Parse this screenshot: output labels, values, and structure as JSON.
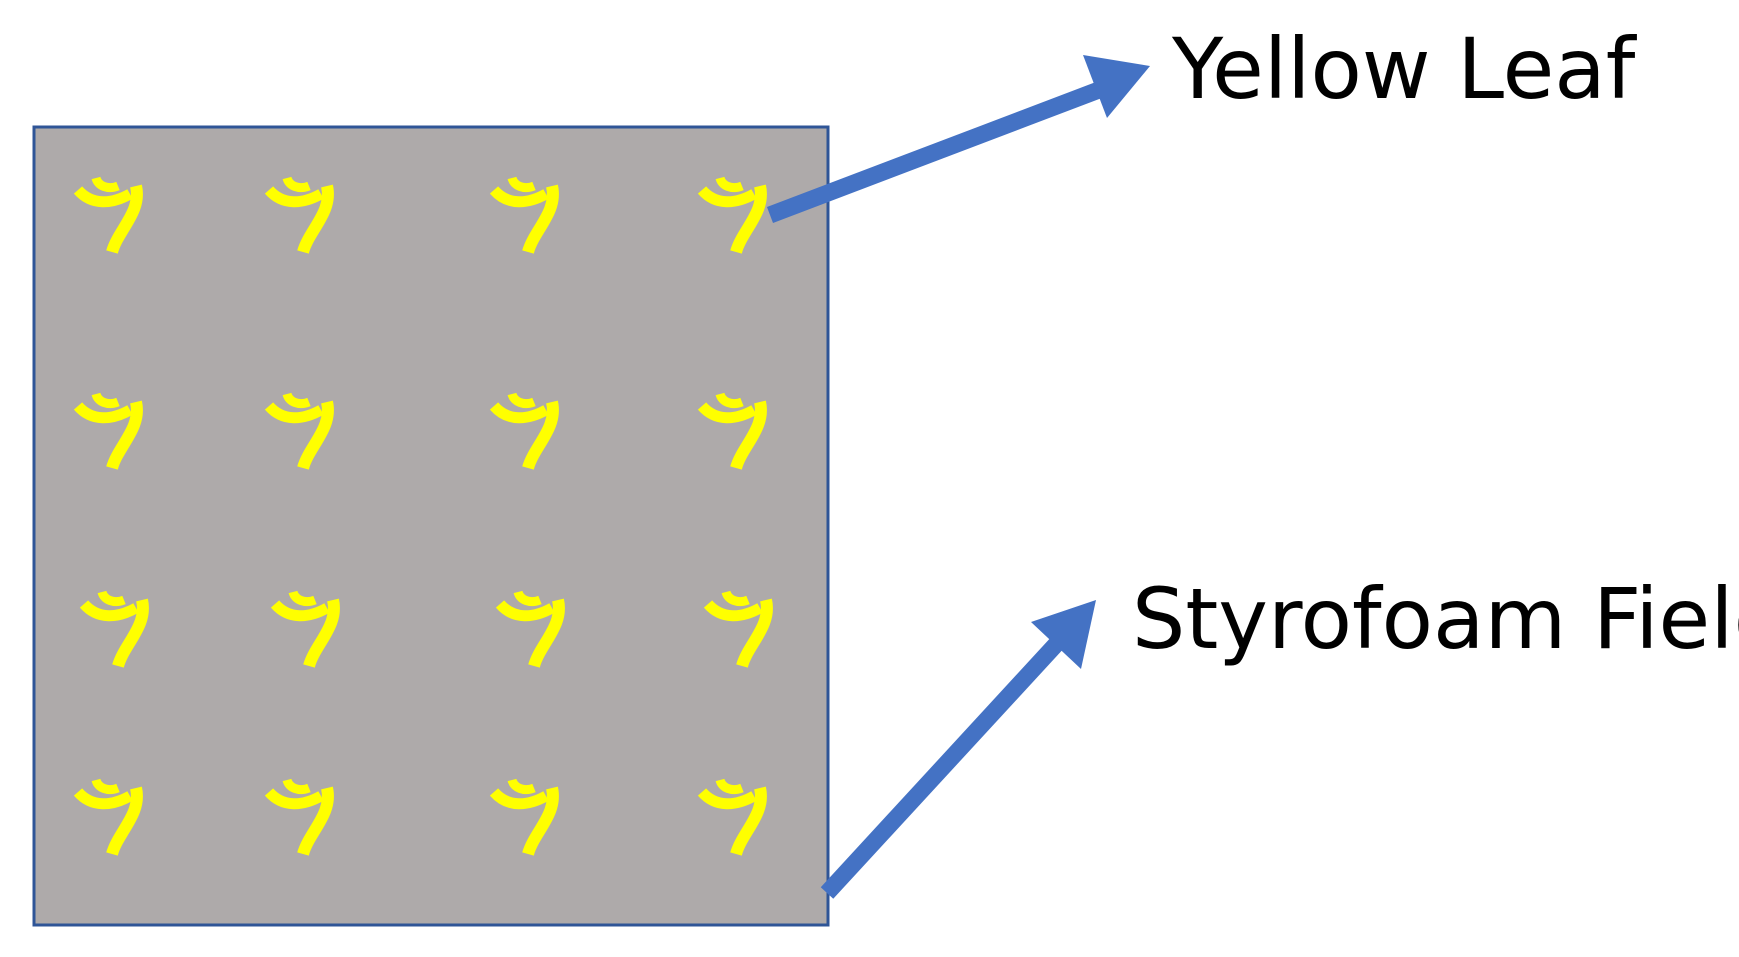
{
  "labels": {
    "top": "Yellow Leaf",
    "bottom": "Styrofoam Field"
  },
  "field": {
    "rows": 4,
    "columns": 4
  },
  "colors": {
    "field_fill": "#AEAAAA",
    "field_border": "#2F5597",
    "leaf": "#FFFF00",
    "arrow": "#4472C4",
    "text": "#000000"
  }
}
